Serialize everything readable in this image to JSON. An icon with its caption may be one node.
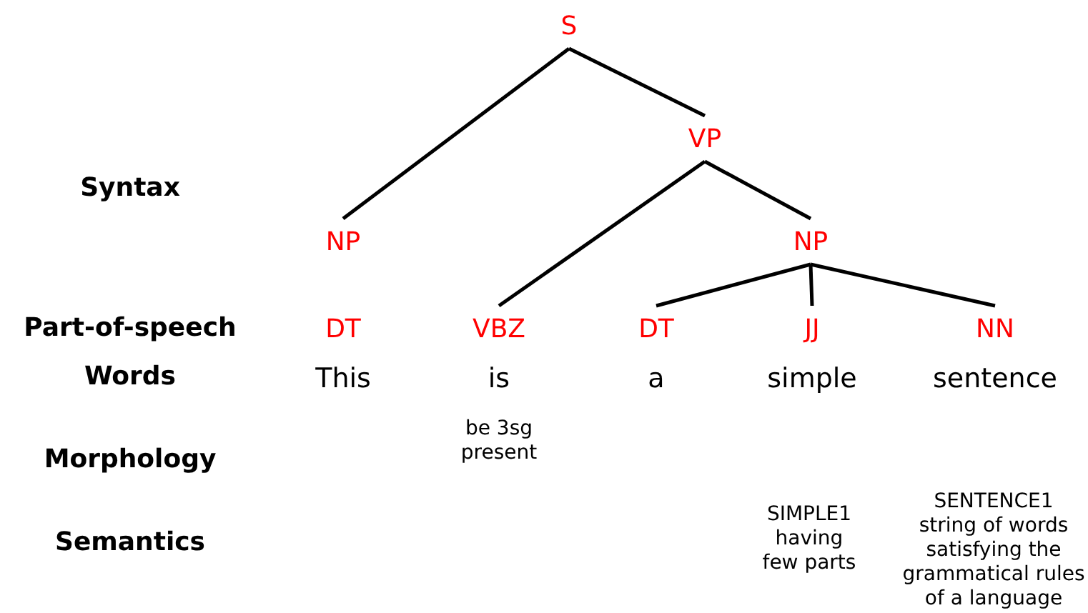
{
  "diagram": {
    "nodes": [
      {
        "text": [
          "S"
        ]
      },
      {
        "text": [
          "VP"
        ]
      },
      {
        "text": [
          "NP"
        ]
      },
      {
        "text": [
          "NP"
        ]
      },
      {
        "text": [
          "DT"
        ]
      },
      {
        "text": [
          "VBZ"
        ]
      },
      {
        "text": [
          "DT"
        ]
      },
      {
        "text": [
          "JJ"
        ]
      },
      {
        "text": [
          "NN"
        ]
      }
    ],
    "edges": [
      {
        "from": 0,
        "to": 2,
        "arrow": "none"
      },
      {
        "from": 0,
        "to": 1,
        "arrow": "none"
      },
      {
        "from": 1,
        "to": 5,
        "arrow": "none"
      },
      {
        "from": 1,
        "to": 3,
        "arrow": "none"
      },
      {
        "from": 3,
        "to": 6,
        "arrow": "none"
      },
      {
        "from": 3,
        "to": 7,
        "arrow": "none"
      },
      {
        "from": 3,
        "to": 8,
        "arrow": "none"
      }
    ],
    "labels": [
      "Syntax",
      "Part-of-speech",
      "Words",
      "This",
      "is",
      "a",
      "simple",
      "sentence",
      "Morphology",
      "be 3sg present",
      "Semantics",
      "SIMPLE1",
      "having few parts",
      "SENTENCE1",
      "string of words satisfying the grammatical rules of a language"
    ]
  }
}
